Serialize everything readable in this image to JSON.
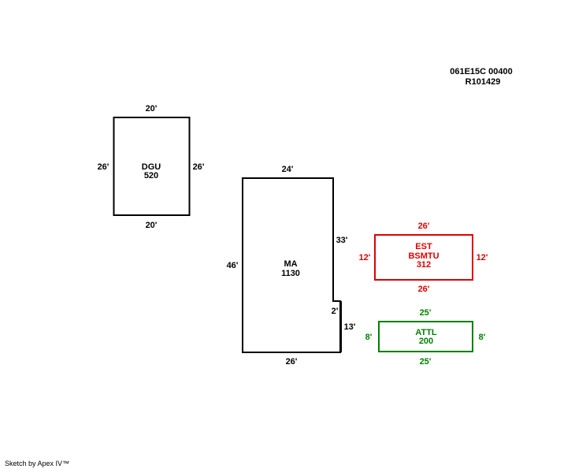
{
  "header": {
    "parcel_line1": "061E15C 00400",
    "parcel_line2": "R101429"
  },
  "colors": {
    "black": "#000000",
    "red": "#e00000",
    "green": "#008000"
  },
  "areas": {
    "dgu": {
      "code": "DGU",
      "area": "520",
      "top": "20'",
      "bottom": "20'",
      "left": "26'",
      "right": "26'"
    },
    "ma": {
      "code": "MA",
      "area": "1130",
      "top": "24'",
      "left": "46'",
      "right_upper": "33'",
      "step": "2'",
      "right_lower": "13'",
      "bottom": "26'"
    },
    "est": {
      "code": "EST",
      "subcode": "BSMTU",
      "area": "312",
      "top": "26'",
      "bottom": "26'",
      "left": "12'",
      "right": "12'"
    },
    "attl": {
      "code": "ATTL",
      "area": "200",
      "top": "25'",
      "bottom": "25'",
      "left": "8'",
      "right": "8'"
    }
  },
  "footer": {
    "credit": "Sketch by Apex IV™"
  }
}
